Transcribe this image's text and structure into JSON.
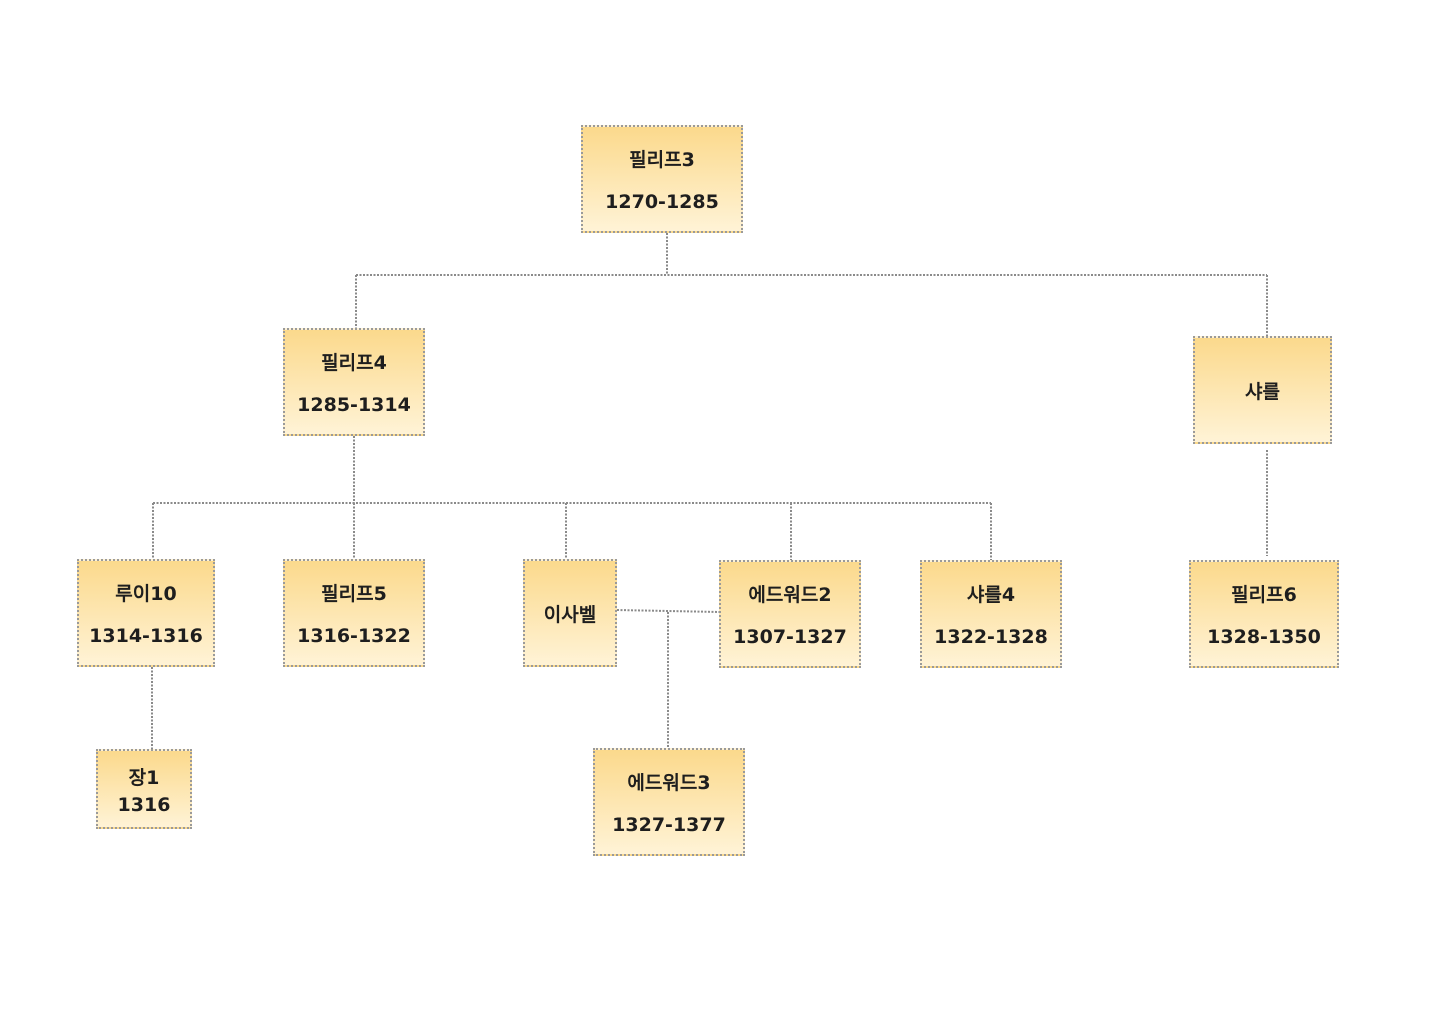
{
  "nodes": {
    "philippe3": {
      "name": "필리프3",
      "years": "1270-1285"
    },
    "philippe4": {
      "name": "필리프4",
      "years": "1285-1314"
    },
    "charles": {
      "name": "샤를"
    },
    "louis10": {
      "name": "루이10",
      "years": "1314-1316"
    },
    "philippe5": {
      "name": "필리프5",
      "years": "1316-1322"
    },
    "isabelle": {
      "name": "이사벨"
    },
    "edward2": {
      "name": "에드워드2",
      "years": "1307-1327"
    },
    "charles4": {
      "name": "샤를4",
      "years": "1322-1328"
    },
    "philippe6": {
      "name": "필리프6",
      "years": "1328-1350"
    },
    "jean1": {
      "name": "장1",
      "years": "1316"
    },
    "edward3": {
      "name": "에드워드3",
      "years": "1327-1377"
    }
  }
}
